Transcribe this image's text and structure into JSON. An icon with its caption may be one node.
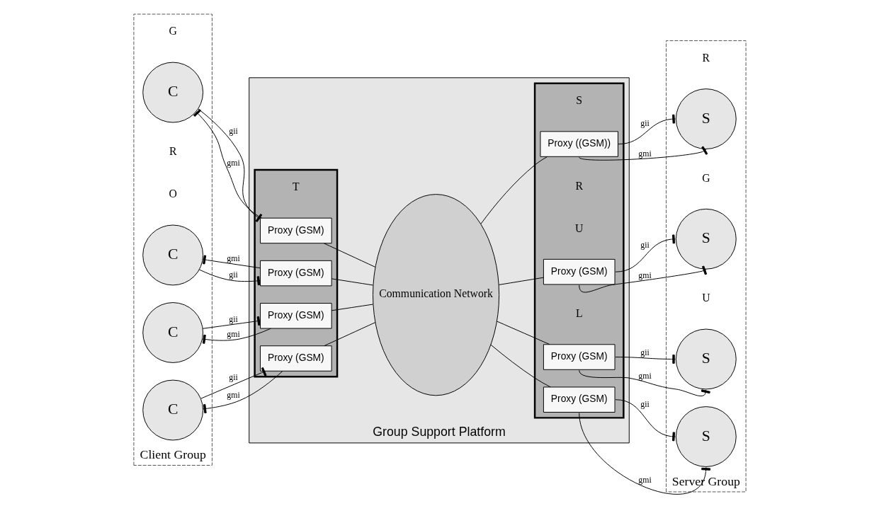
{
  "diagram": {
    "nodes": [
      {
        "text": [
          "Client Group"
        ]
      },
      {
        "text": [
          "C"
        ],
        "in": 0
      },
      {
        "text": [
          "C"
        ],
        "in": 0
      },
      {
        "text": [
          "C"
        ],
        "in": 0
      },
      {
        "text": [
          "C"
        ],
        "in": 0
      },
      {
        "text": [
          "Group Support Platform"
        ]
      },
      {
        "text": [],
        "shape": "box",
        "in": 5
      },
      {
        "text": [
          "Proxy (GSM)"
        ],
        "in": 6
      },
      {
        "text": [
          "Proxy (GSM)"
        ],
        "in": 6
      },
      {
        "text": [
          "Proxy (GSM)"
        ],
        "in": 6
      },
      {
        "text": [
          "Proxy (GSM)"
        ],
        "in": 6
      },
      {
        "text": [
          "Communication Network"
        ],
        "in": 5
      },
      {
        "text": [],
        "shape": "box",
        "in": 5
      },
      {
        "text": [
          "Proxy ((GSM))"
        ],
        "in": 12
      },
      {
        "text": [
          "Proxy (GSM)"
        ],
        "in": 12
      },
      {
        "text": [
          "Proxy (GSM)"
        ],
        "in": 12
      },
      {
        "text": [
          "Proxy (GSM)"
        ],
        "in": 12
      },
      {
        "text": [
          "Server Group"
        ]
      },
      {
        "text": [
          "S"
        ],
        "in": 17
      },
      {
        "text": [
          "S"
        ],
        "in": 17
      },
      {
        "text": [
          "S"
        ],
        "in": 17
      },
      {
        "text": [
          "S"
        ],
        "in": 17
      }
    ],
    "edges": [
      {
        "from": 1,
        "to": 7,
        "arrow": "other",
        "label": "gii"
      },
      {
        "from": 7,
        "to": 1,
        "arrow": "other",
        "label": "gmi"
      },
      {
        "from": 2,
        "to": 8,
        "arrow": "other",
        "label": "gii"
      },
      {
        "from": 8,
        "to": 2,
        "arrow": "other",
        "label": "gmi"
      },
      {
        "from": 3,
        "to": 9,
        "arrow": "other",
        "label": "gii"
      },
      {
        "from": 9,
        "to": 3,
        "arrow": "other",
        "label": "gmi"
      },
      {
        "from": 4,
        "to": 10,
        "arrow": "other",
        "label": "gii"
      },
      {
        "from": 10,
        "to": 4,
        "arrow": "other",
        "label": "gmi"
      },
      {
        "from": 7,
        "to": 11,
        "arrow": "none"
      },
      {
        "from": 8,
        "to": 11,
        "arrow": "none"
      },
      {
        "from": 9,
        "to": 11,
        "arrow": "none"
      },
      {
        "from": 10,
        "to": 11,
        "arrow": "none"
      },
      {
        "from": 11,
        "to": 13,
        "arrow": "none"
      },
      {
        "from": 11,
        "to": 14,
        "arrow": "none"
      },
      {
        "from": 11,
        "to": 15,
        "arrow": "none"
      },
      {
        "from": 11,
        "to": 16,
        "arrow": "none"
      },
      {
        "from": 13,
        "to": 18,
        "arrow": "other",
        "label": "gii"
      },
      {
        "from": 13,
        "to": 18,
        "arrow": "other",
        "label": "gmi"
      },
      {
        "from": 14,
        "to": 19,
        "arrow": "other",
        "label": "gii"
      },
      {
        "from": 14,
        "to": 19,
        "arrow": "other",
        "label": "gmi"
      },
      {
        "from": 15,
        "to": 20,
        "arrow": "other",
        "label": "gii"
      },
      {
        "from": 15,
        "to": 20,
        "arrow": "other",
        "label": "gmi"
      },
      {
        "from": 16,
        "to": 21,
        "arrow": "other",
        "label": "gii"
      },
      {
        "from": 16,
        "to": 21,
        "arrow": "other",
        "label": "gmi"
      }
    ],
    "labels": [
      "S",
      "R",
      "U",
      "R",
      "L",
      "T",
      "G",
      "G",
      "R",
      "O",
      "U"
    ]
  }
}
